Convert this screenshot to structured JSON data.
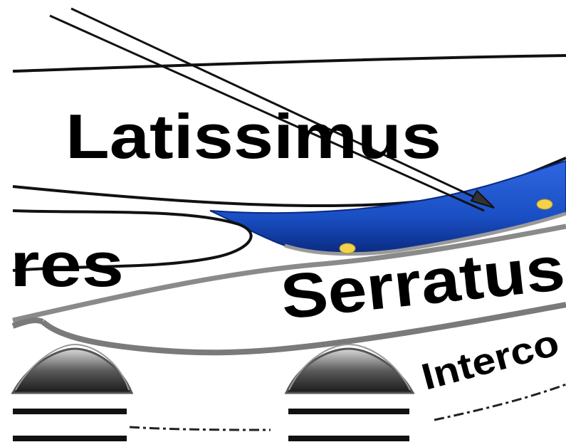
{
  "labels": {
    "latissimus": "Latissimus",
    "teres_fragment": "res",
    "serratus": "Serratus",
    "intercostal_fragment": "Interco"
  },
  "colors": {
    "muscle_fill": "#1a4fc4",
    "muscle_dark": "#0a2a80",
    "nerve_dot": "#f2d24a",
    "outline": "#000000",
    "band_gray": "#8a8a8a"
  }
}
